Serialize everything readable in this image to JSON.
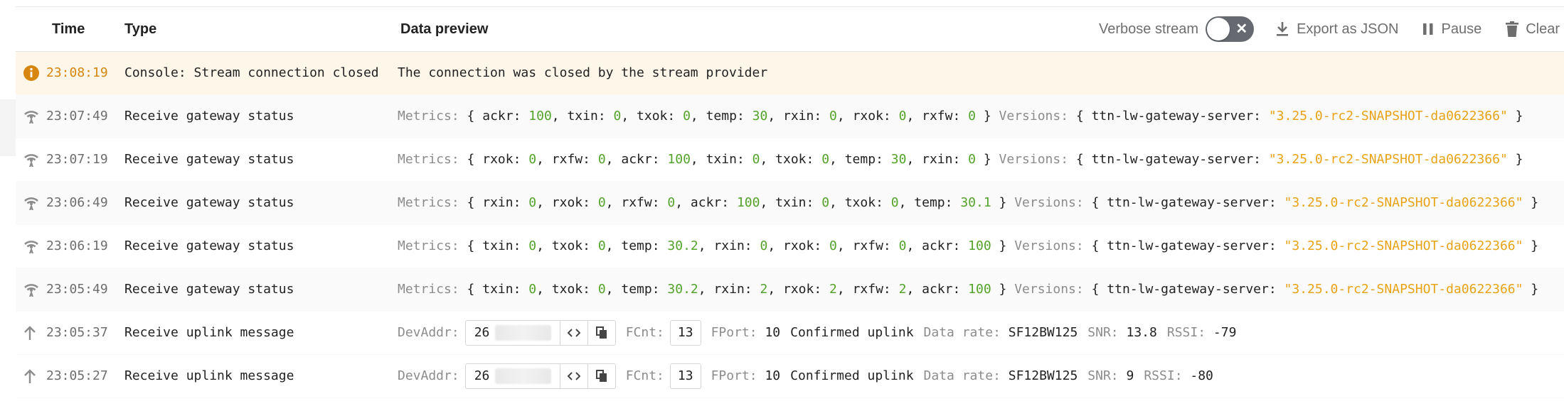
{
  "header": {
    "col_time": "Time",
    "col_type": "Type",
    "col_preview": "Data preview",
    "verbose_label": "Verbose stream",
    "verbose_on": false,
    "export_label": "Export as JSON",
    "pause_label": "Pause",
    "clear_label": "Clear"
  },
  "rows": [
    {
      "kind": "info",
      "time": "23:08:19",
      "type": "Console: Stream connection closed",
      "message": "The connection was closed by the stream provider"
    },
    {
      "kind": "status",
      "time": "23:07:49",
      "type": "Receive gateway status",
      "metrics_label": "Metrics:",
      "metrics": [
        [
          "ackr",
          "100"
        ],
        [
          "txin",
          "0"
        ],
        [
          "txok",
          "0"
        ],
        [
          "temp",
          "30"
        ],
        [
          "rxin",
          "0"
        ],
        [
          "rxok",
          "0"
        ],
        [
          "rxfw",
          "0"
        ]
      ],
      "versions_label": "Versions:",
      "versions": [
        [
          "ttn-lw-gateway-server",
          "\"3.25.0-rc2-SNAPSHOT-da0622366\""
        ]
      ]
    },
    {
      "kind": "status",
      "time": "23:07:19",
      "type": "Receive gateway status",
      "metrics_label": "Metrics:",
      "metrics": [
        [
          "rxok",
          "0"
        ],
        [
          "rxfw",
          "0"
        ],
        [
          "ackr",
          "100"
        ],
        [
          "txin",
          "0"
        ],
        [
          "txok",
          "0"
        ],
        [
          "temp",
          "30"
        ],
        [
          "rxin",
          "0"
        ]
      ],
      "versions_label": "Versions:",
      "versions": [
        [
          "ttn-lw-gateway-server",
          "\"3.25.0-rc2-SNAPSHOT-da0622366\""
        ]
      ]
    },
    {
      "kind": "status",
      "time": "23:06:49",
      "type": "Receive gateway status",
      "metrics_label": "Metrics:",
      "metrics": [
        [
          "rxin",
          "0"
        ],
        [
          "rxok",
          "0"
        ],
        [
          "rxfw",
          "0"
        ],
        [
          "ackr",
          "100"
        ],
        [
          "txin",
          "0"
        ],
        [
          "txok",
          "0"
        ],
        [
          "temp",
          "30.1"
        ]
      ],
      "versions_label": "Versions:",
      "versions": [
        [
          "ttn-lw-gateway-server",
          "\"3.25.0-rc2-SNAPSHOT-da0622366\""
        ]
      ]
    },
    {
      "kind": "status",
      "time": "23:06:19",
      "type": "Receive gateway status",
      "metrics_label": "Metrics:",
      "metrics": [
        [
          "txin",
          "0"
        ],
        [
          "txok",
          "0"
        ],
        [
          "temp",
          "30.2"
        ],
        [
          "rxin",
          "0"
        ],
        [
          "rxok",
          "0"
        ],
        [
          "rxfw",
          "0"
        ],
        [
          "ackr",
          "100"
        ]
      ],
      "versions_label": "Versions:",
      "versions": [
        [
          "ttn-lw-gateway-server",
          "\"3.25.0-rc2-SNAPSHOT-da0622366\""
        ]
      ]
    },
    {
      "kind": "status",
      "time": "23:05:49",
      "type": "Receive gateway status",
      "metrics_label": "Metrics:",
      "metrics": [
        [
          "txin",
          "0"
        ],
        [
          "txok",
          "0"
        ],
        [
          "temp",
          "30.2"
        ],
        [
          "rxin",
          "2"
        ],
        [
          "rxok",
          "2"
        ],
        [
          "rxfw",
          "2"
        ],
        [
          "ackr",
          "100"
        ]
      ],
      "versions_label": "Versions:",
      "versions": [
        [
          "ttn-lw-gateway-server",
          "\"3.25.0-rc2-SNAPSHOT-da0622366\""
        ]
      ]
    },
    {
      "kind": "uplink",
      "time": "23:05:37",
      "type": "Receive uplink message",
      "devaddr_label": "DevAddr:",
      "devaddr_prefix": "26",
      "fcnt_label": "FCnt:",
      "fcnt": "13",
      "fport_label": "FPort:",
      "fport": "10",
      "confirmed": "Confirmed uplink",
      "datarate_label": "Data rate:",
      "datarate": "SF12BW125",
      "snr_label": "SNR:",
      "snr": "13.8",
      "rssi_label": "RSSI:",
      "rssi": "-79"
    },
    {
      "kind": "uplink",
      "time": "23:05:27",
      "type": "Receive uplink message",
      "devaddr_label": "DevAddr:",
      "devaddr_prefix": "26",
      "fcnt_label": "FCnt:",
      "fcnt": "13",
      "fport_label": "FPort:",
      "fport": "10",
      "confirmed": "Confirmed uplink",
      "datarate_label": "Data rate:",
      "datarate": "SF12BW125",
      "snr_label": "SNR:",
      "snr": "9",
      "rssi_label": "RSSI:",
      "rssi": "-80"
    }
  ],
  "colors": {
    "warning": "#d7860f",
    "warning_bg": "#fdf6e9",
    "number": "#53a32a",
    "string": "#e8a317",
    "key": "#8c8c8c"
  }
}
